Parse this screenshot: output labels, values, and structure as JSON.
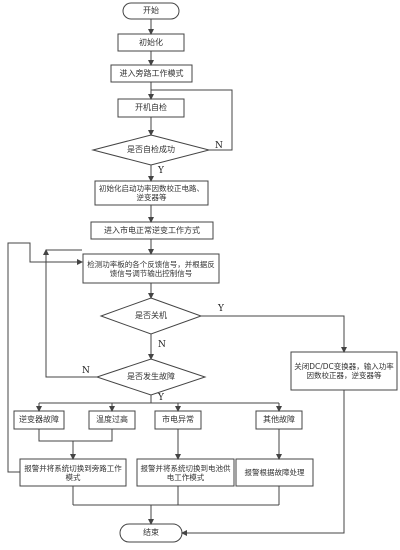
{
  "flowchart": {
    "start": "开始",
    "init": "初始化",
    "enter_bypass": "进入旁路工作模式",
    "self_check": "开机自检",
    "self_check_ok": "是否自检成功",
    "init_pfc": "初始化启动功率因数校正电路、逆变器等",
    "enter_mains": "进入市电正常逆变工作方式",
    "detect_feedback": "检测功率板的各个反馈信号，并根据反馈信号调节输出控制信号",
    "is_shutdown": "是否关机",
    "close_dcdc": "关闭DC/DC变换器，输入功率因数校正器，逆变器等",
    "fault_check": "是否发生故障",
    "inverter_fault": "逆变器故障",
    "over_temp": "温度过高",
    "mains_abnormal": "市电异常",
    "other_fault": "其他故障",
    "alarm_bypass": "报警并将系统切换到旁路工作模式",
    "alarm_battery": "报警并将系统切换到电池供电工作模式",
    "alarm_handle": "报警根据故障处理",
    "end": "结束",
    "yes": "Y",
    "no": "N"
  },
  "colors": {
    "line": "#444444",
    "box_fill": "#ffffff"
  }
}
